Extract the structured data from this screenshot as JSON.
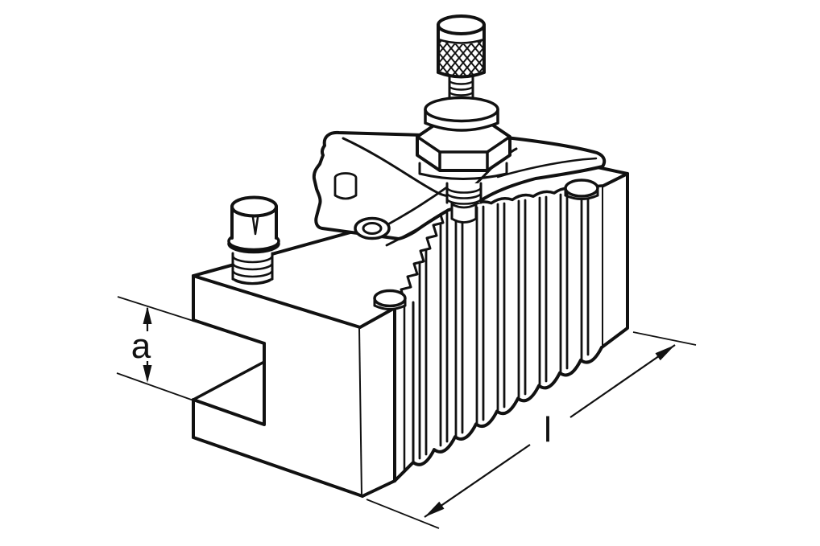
{
  "figure": {
    "kind": "technical-line-drawing",
    "dimension_labels": {
      "height": "a",
      "length": "l"
    }
  },
  "colors": {
    "line": "#111111",
    "background": "#ffffff"
  }
}
